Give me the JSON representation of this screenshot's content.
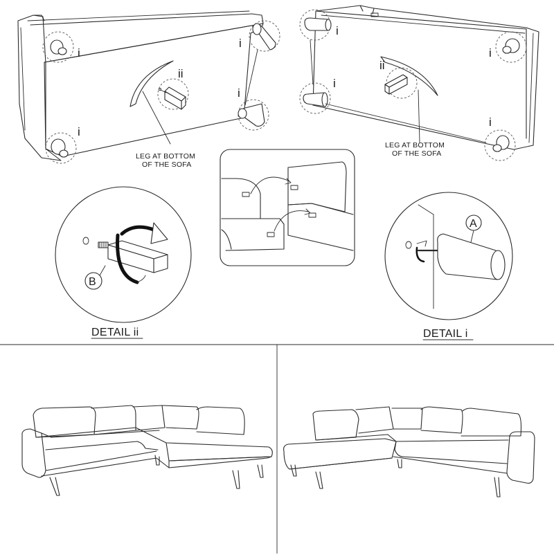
{
  "labels": {
    "part_i": "i",
    "part_ii": "ii",
    "part_a": "A",
    "part_b": "B"
  },
  "notes": {
    "leg_line1": "LEG AT BOTTOM",
    "leg_line2": "OF THE SOFA"
  },
  "details": {
    "detail_ii": "DETAIL ii",
    "detail_i": "DETAIL i"
  }
}
